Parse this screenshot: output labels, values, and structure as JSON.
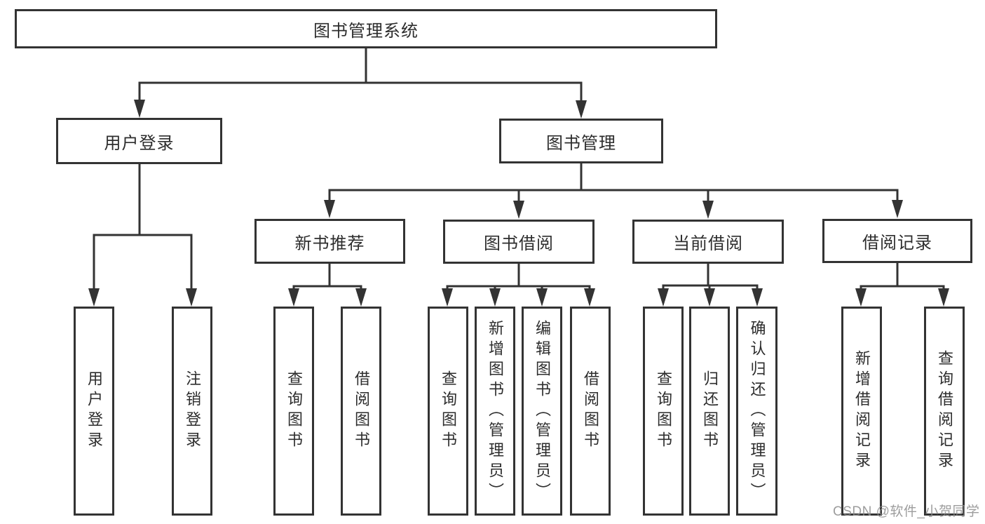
{
  "title": "图书管理系统",
  "tree": {
    "root": {
      "label": "图书管理系统"
    },
    "branches": [
      {
        "label": "用户登录",
        "children": [
          {
            "label": "用户登录"
          },
          {
            "label": "注销登录"
          }
        ]
      },
      {
        "label": "图书管理",
        "children": [
          {
            "label": "新书推荐",
            "children": [
              {
                "label": "查询图书"
              },
              {
                "label": "借阅图书"
              }
            ]
          },
          {
            "label": "图书借阅",
            "children": [
              {
                "label": "查询图书"
              },
              {
                "label": "新增图书（管理员）"
              },
              {
                "label": "编辑图书（管理员）"
              },
              {
                "label": "借阅图书"
              }
            ]
          },
          {
            "label": "当前借阅",
            "children": [
              {
                "label": "查询图书"
              },
              {
                "label": "归还图书"
              },
              {
                "label": "确认归还（管理员）"
              }
            ]
          },
          {
            "label": "借阅记录",
            "children": [
              {
                "label": "新增借阅记录"
              },
              {
                "label": "查询借阅记录"
              }
            ]
          }
        ]
      }
    ]
  },
  "watermark": "CSDN @软件_小贺同学",
  "colors": {
    "line": "#333333",
    "border": "#333333",
    "text": "#2d2d2d",
    "watermark": "#8c8c8c",
    "background": "#ffffff"
  }
}
